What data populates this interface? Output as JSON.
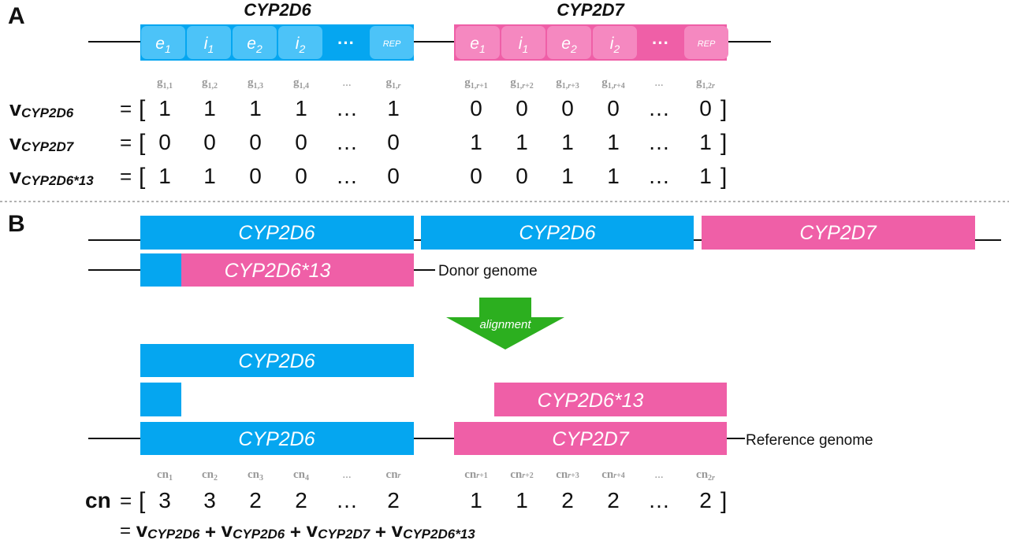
{
  "colors": {
    "blue": "#05A6F0",
    "blue_segment": "#4CC3F8",
    "pink": "#EF5FA7",
    "pink_segment": "#F588C0",
    "arrow_green": "#2CAF1F",
    "label_gray": "#9A9A9A",
    "text": "#111111"
  },
  "panel_a": {
    "label": "A",
    "gene1_title": "CYP2D6",
    "gene2_title": "CYP2D7",
    "segments": [
      {
        "base": "e",
        "sub": "1"
      },
      {
        "base": "i",
        "sub": "1"
      },
      {
        "base": "e",
        "sub": "2"
      },
      {
        "base": "i",
        "sub": "2"
      },
      {
        "base": "···",
        "sub": ""
      },
      {
        "base": "REP",
        "sub": ""
      }
    ],
    "g_labels_1": [
      {
        "base": "g",
        "sub": "1,1"
      },
      {
        "base": "g",
        "sub": "1,2"
      },
      {
        "base": "g",
        "sub": "1,3"
      },
      {
        "base": "g",
        "sub": "1,4"
      },
      {
        "base": "...",
        "sub": ""
      },
      {
        "base": "g",
        "sub": "1,r"
      }
    ],
    "g_labels_2": [
      {
        "base": "g",
        "sub": "1,r+1"
      },
      {
        "base": "g",
        "sub": "1,r+2"
      },
      {
        "base": "g",
        "sub": "1,r+3"
      },
      {
        "base": "g",
        "sub": "1,r+4"
      },
      {
        "base": "...",
        "sub": ""
      },
      {
        "base": "g",
        "sub": "1,2r"
      }
    ],
    "vectors": [
      {
        "name": "CYP2D6",
        "values": [
          "1",
          "1",
          "1",
          "1",
          "…",
          "1",
          "0",
          "0",
          "0",
          "0",
          "…",
          "0"
        ]
      },
      {
        "name": "CYP2D7",
        "values": [
          "0",
          "0",
          "0",
          "0",
          "…",
          "0",
          "1",
          "1",
          "1",
          "1",
          "…",
          "1"
        ]
      },
      {
        "name": "CYP2D6*13",
        "values": [
          "1",
          "1",
          "0",
          "0",
          "…",
          "0",
          "0",
          "0",
          "1",
          "1",
          "…",
          "1"
        ]
      }
    ]
  },
  "panel_b": {
    "label": "B",
    "top_genes": [
      "CYP2D6",
      "CYP2D6",
      "CYP2D7"
    ],
    "donor_hybrid": "CYP2D6*13",
    "donor_label": "Donor genome",
    "arrow_label": "alignment",
    "aligned_top": "CYP2D6",
    "aligned_hybrid": "CYP2D6*13",
    "ref_genes": [
      "CYP2D6",
      "CYP2D7"
    ],
    "ref_label": "Reference genome",
    "cn_labels_1": [
      {
        "base": "cn",
        "sub": "1"
      },
      {
        "base": "cn",
        "sub": "2"
      },
      {
        "base": "cn",
        "sub": "3"
      },
      {
        "base": "cn",
        "sub": "4"
      },
      {
        "base": "...",
        "sub": ""
      },
      {
        "base": "cn",
        "sub": "r"
      }
    ],
    "cn_labels_2": [
      {
        "base": "cn",
        "sub": "r+1"
      },
      {
        "base": "cn",
        "sub": "r+2"
      },
      {
        "base": "cn",
        "sub": "r+3"
      },
      {
        "base": "cn",
        "sub": "r+4"
      },
      {
        "base": "...",
        "sub": ""
      },
      {
        "base": "cn",
        "sub": "2r"
      }
    ],
    "cn_name": "cn",
    "cn_values": [
      "3",
      "3",
      "2",
      "2",
      "…",
      "2",
      "1",
      "1",
      "2",
      "2",
      "…",
      "2"
    ],
    "sum_terms": [
      "CYP2D6",
      "CYP2D6",
      "CYP2D7",
      "CYP2D6*13"
    ]
  },
  "symbols": {
    "v": "v",
    "eq": "=",
    "open": "[",
    "close": "]",
    "plus": "+"
  }
}
